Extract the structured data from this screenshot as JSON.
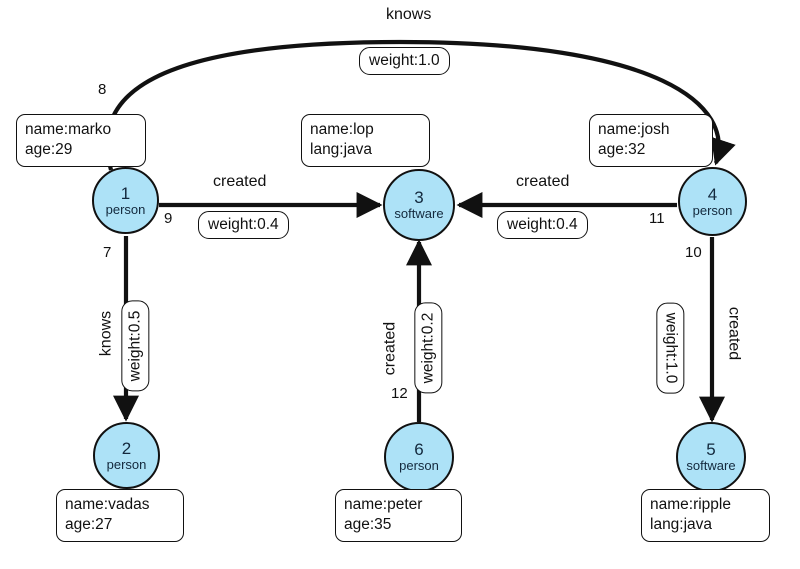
{
  "graph": {
    "title": "knows",
    "vertices": [
      {
        "id": "1",
        "label": "person",
        "properties": [
          "name:marko",
          "age:29"
        ]
      },
      {
        "id": "2",
        "label": "person",
        "properties": [
          "name:vadas",
          "age:27"
        ]
      },
      {
        "id": "3",
        "label": "software",
        "properties": [
          "name:lop",
          "lang:java"
        ]
      },
      {
        "id": "4",
        "label": "person",
        "properties": [
          "name:josh",
          "age:32"
        ]
      },
      {
        "id": "5",
        "label": "software",
        "properties": [
          "name:ripple",
          "lang:java"
        ]
      },
      {
        "id": "6",
        "label": "person",
        "properties": [
          "name:peter",
          "age:35"
        ]
      }
    ],
    "edges": [
      {
        "id": "8",
        "type": "knows",
        "weight": "weight:1.0",
        "from": "1",
        "to": "4"
      },
      {
        "id": "9",
        "type": "created",
        "weight": "weight:0.4",
        "from": "1",
        "to": "3"
      },
      {
        "id": "7",
        "type": "knows",
        "weight": "weight:0.5",
        "from": "1",
        "to": "2"
      },
      {
        "id": "11",
        "type": "created",
        "weight": "weight:0.4",
        "from": "4",
        "to": "3"
      },
      {
        "id": "10",
        "type": "created",
        "weight": "weight:1.0",
        "from": "4",
        "to": "5"
      },
      {
        "id": "12",
        "type": "created",
        "weight": "weight:0.2",
        "from": "6",
        "to": "3"
      }
    ],
    "colors": {
      "vertex_fill": "#ade2f7",
      "vertex_stroke": "#111111",
      "vertex_text": "#13293d",
      "box_fill": "#ffffff",
      "box_stroke": "#111111",
      "background": "#ffffff"
    }
  }
}
